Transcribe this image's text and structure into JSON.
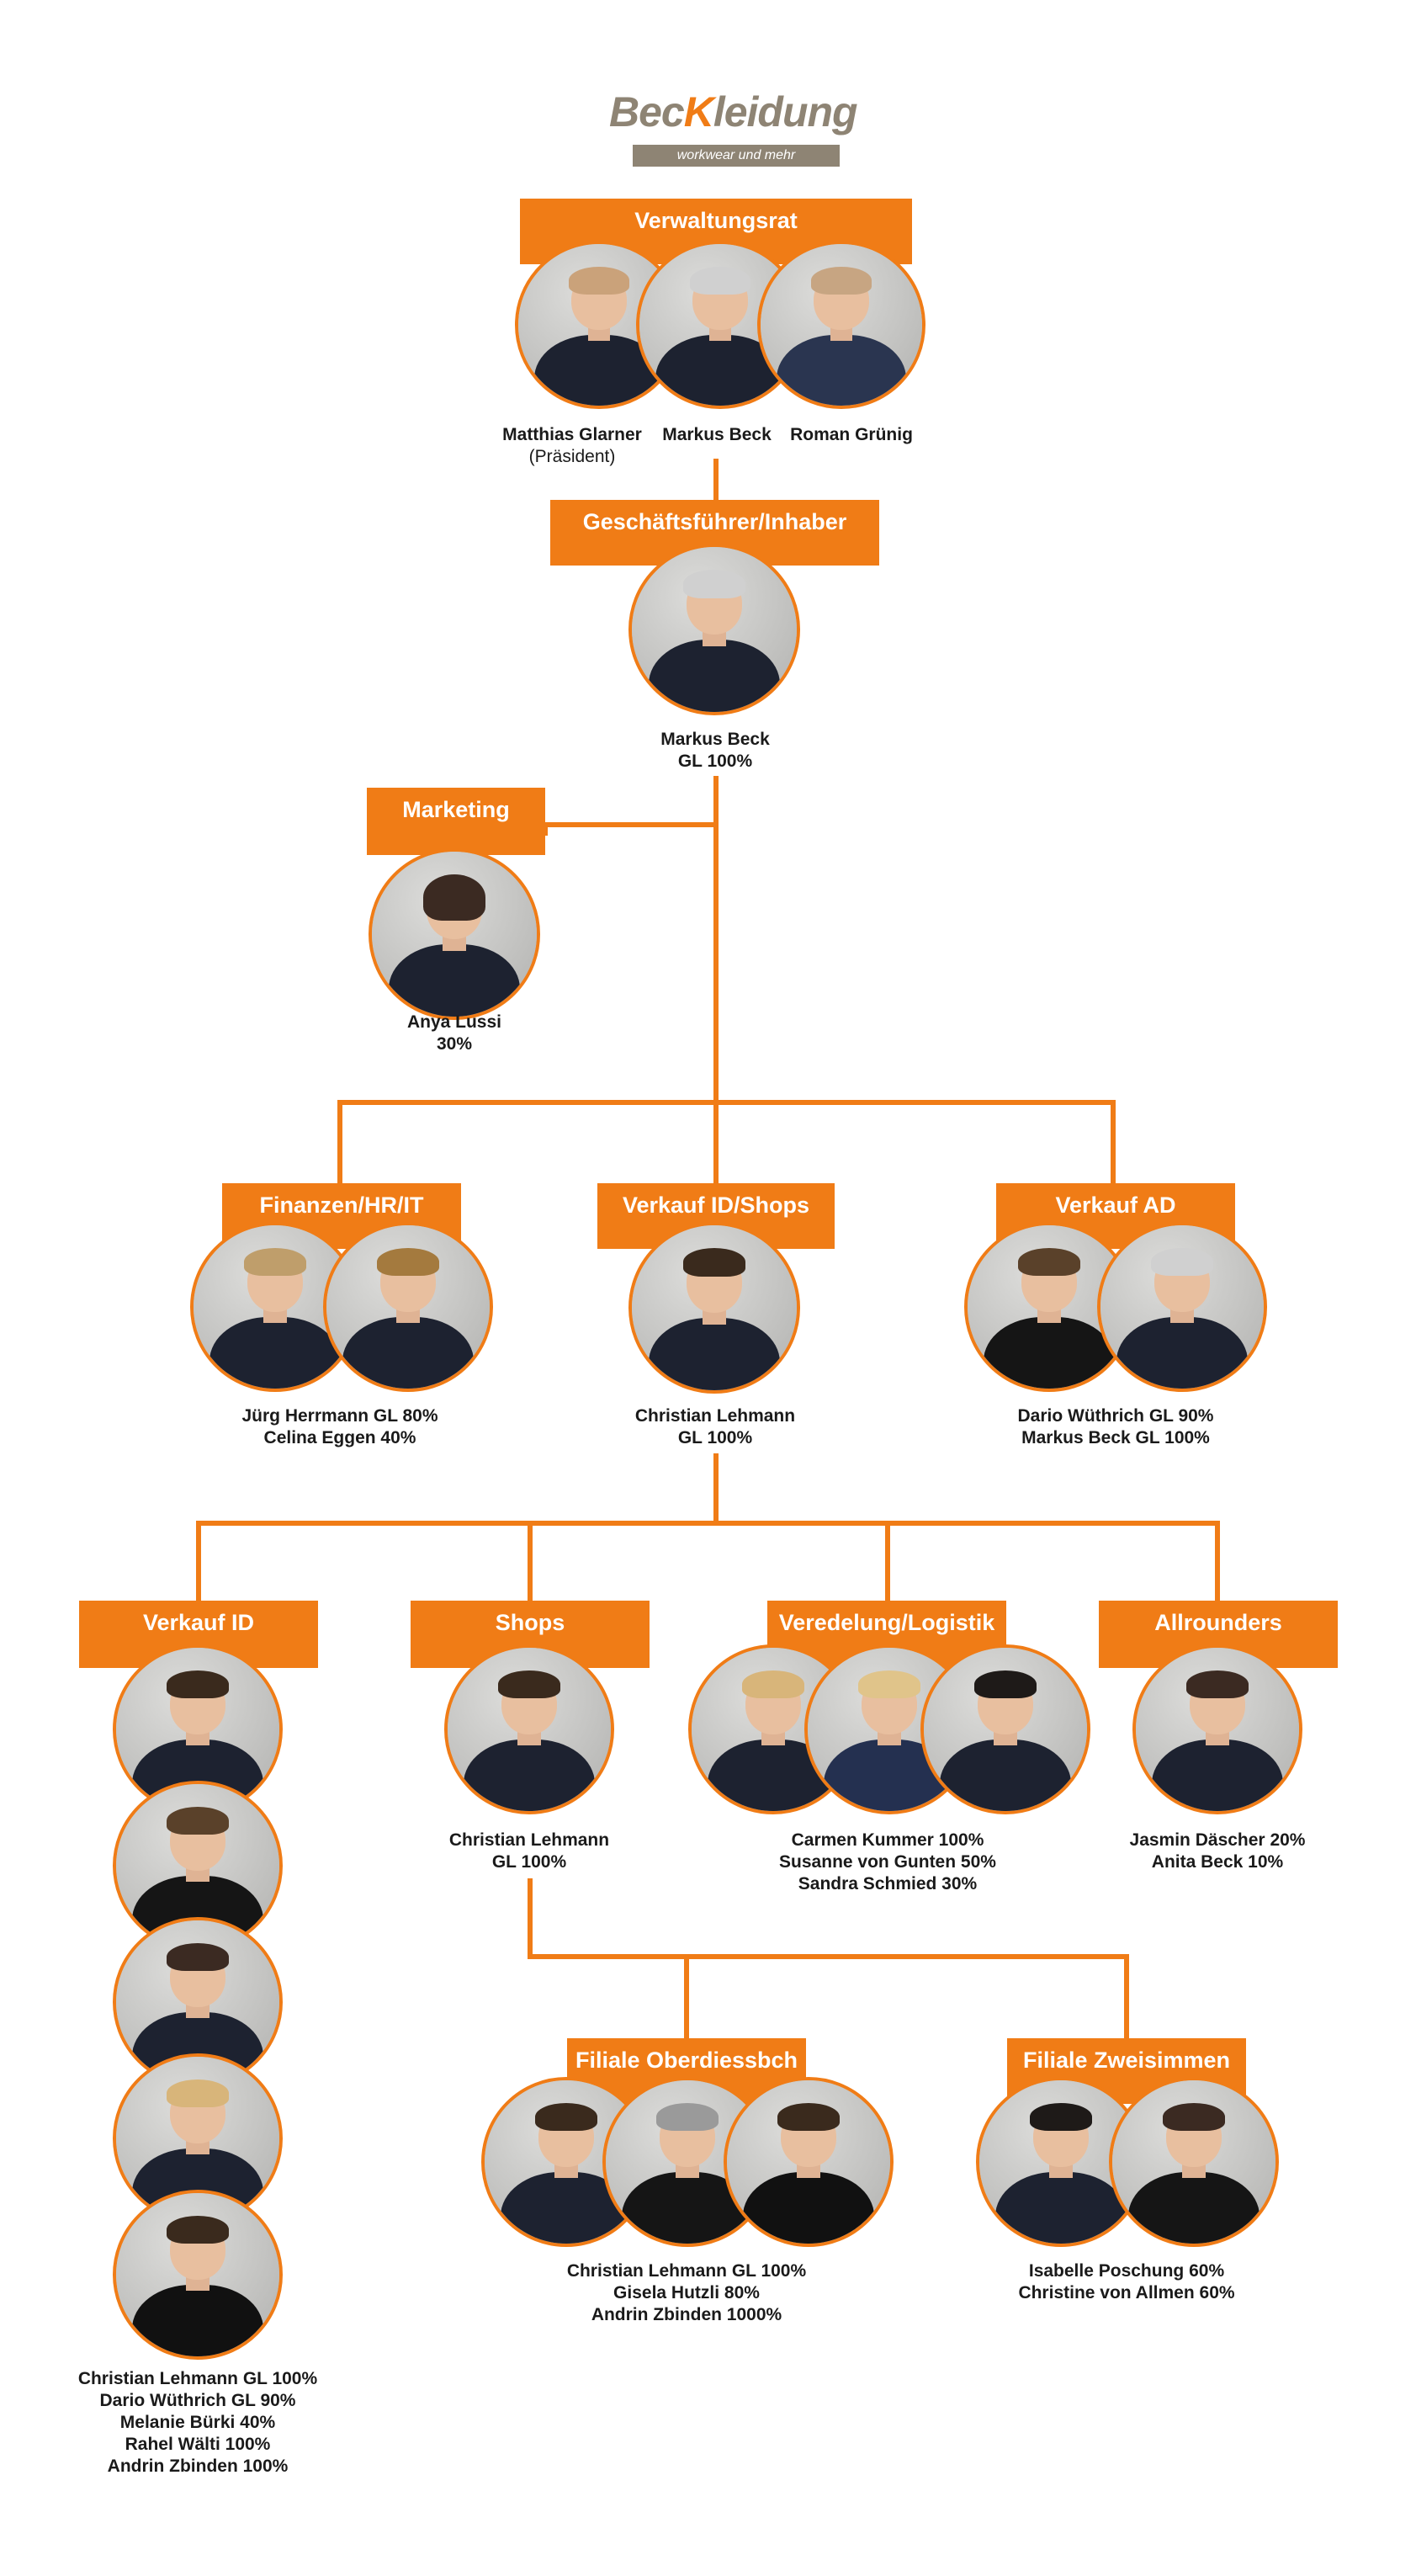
{
  "logo": {
    "word_start": "Bec",
    "word_k": "K",
    "word_end": "leidung",
    "tagline": "workwear und mehr"
  },
  "colors": {
    "accent": "#f07c16",
    "logo_grey": "#8e8474",
    "text": "#1a1a1a"
  },
  "units": {
    "verwaltungsrat": {
      "title": "Verwaltungsrat",
      "members": [
        {
          "name": "Matthias Glarner",
          "note": "(Präsident)"
        },
        {
          "name": "Markus Beck"
        },
        {
          "name": "Roman Grünig"
        }
      ]
    },
    "geschaeftsfuehrer": {
      "title": "Geschäftsführer/Inhaber",
      "lines": [
        "Markus Beck",
        "GL 100%"
      ]
    },
    "marketing": {
      "title": "Marketing",
      "lines": [
        "Anya Lussi",
        "30%"
      ]
    },
    "finanzen": {
      "title": "Finanzen/HR/IT",
      "lines": [
        "Jürg Herrmann GL 80%",
        "Celina Eggen 40%"
      ]
    },
    "verkauf_id_shops": {
      "title": "Verkauf ID/Shops",
      "lines": [
        "Christian Lehmann",
        "GL 100%"
      ]
    },
    "verkauf_ad": {
      "title": "Verkauf AD",
      "lines": [
        "Dario Wüthrich GL 90%",
        "Markus Beck GL 100%"
      ]
    },
    "verkauf_id": {
      "title": "Verkauf ID",
      "lines": [
        "Christian Lehmann GL 100%",
        "Dario Wüthrich GL 90%",
        "Melanie Bürki 40%",
        "Rahel Wälti 100%",
        "Andrin Zbinden 100%"
      ]
    },
    "shops": {
      "title": "Shops",
      "lines": [
        "Christian Lehmann",
        "GL 100%"
      ]
    },
    "veredelung": {
      "title": "Veredelung/Logistik",
      "lines": [
        "Carmen Kummer 100%",
        "Susanne von Gunten 50%",
        "Sandra Schmied 30%"
      ]
    },
    "allrounders": {
      "title": "Allrounders",
      "lines": [
        "Jasmin Däscher 20%",
        "Anita Beck 10%"
      ]
    },
    "oberdiessbach": {
      "title": "Filiale Oberdiessbch",
      "lines": [
        "Christian Lehmann GL 100%",
        "Gisela Hutzli 80%",
        "Andrin Zbinden 1000%"
      ]
    },
    "zweisimmen": {
      "title": "Filiale Zweisimmen",
      "lines": [
        "Isabelle Poschung 60%",
        "Christine von Allmen 60%"
      ]
    }
  }
}
